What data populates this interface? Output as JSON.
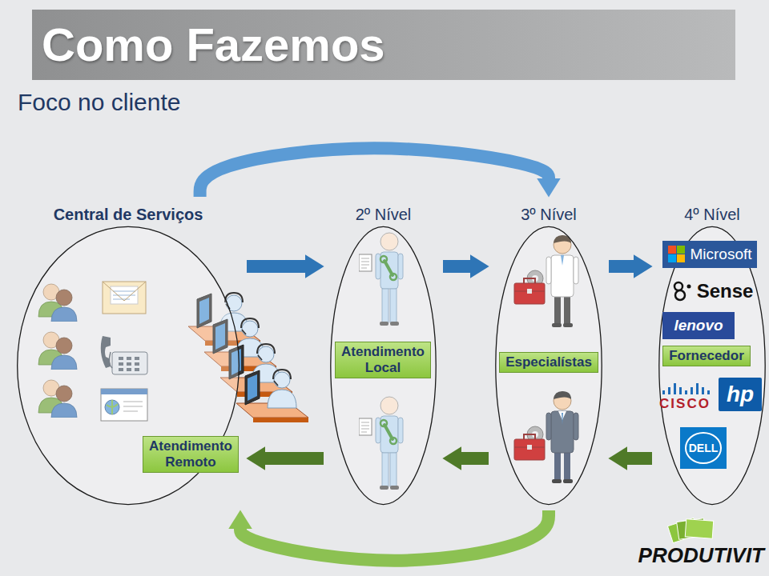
{
  "diagram": {
    "title": "Como Fazemos",
    "nodes": [
      {
        "text": [
          "Central de Serviços"
        ]
      },
      {
        "text": [
          "Atendimento Remoto"
        ],
        "in": 0
      },
      {
        "text": [
          "2º Nível"
        ]
      },
      {
        "text": [
          "Atendimento Local"
        ],
        "in": 2
      },
      {
        "text": [
          "3º Nível"
        ]
      },
      {
        "text": [
          "Especialístas"
        ],
        "in": 4
      },
      {
        "text": [
          "4º Nível"
        ]
      },
      {
        "text": [
          "Microsoft"
        ],
        "in": 6
      },
      {
        "text": [
          "Sense"
        ],
        "in": 6
      },
      {
        "text": [
          "lenovo"
        ],
        "in": 6
      },
      {
        "text": [
          "Fornecedor"
        ],
        "in": 6
      },
      {
        "text": [
          "CISCO"
        ],
        "in": 6
      },
      {
        "text": [
          "hp"
        ],
        "in": 6
      },
      {
        "text": [
          "DELL"
        ],
        "in": 6
      }
    ],
    "edges": [
      {
        "from": 0,
        "to": 2,
        "arrow": "to"
      },
      {
        "from": 2,
        "to": 4,
        "arrow": "to"
      },
      {
        "from": 4,
        "to": 6,
        "arrow": "to"
      },
      {
        "from": 6,
        "to": 4,
        "arrow": "to"
      },
      {
        "from": 4,
        "to": 2,
        "arrow": "to"
      },
      {
        "from": 2,
        "to": 0,
        "arrow": "to"
      },
      {
        "from": 0,
        "to": 4,
        "arrow": "to"
      },
      {
        "from": 4,
        "to": 0,
        "arrow": "to"
      }
    ],
    "labels": [
      "Foco no cliente",
      "PRODUTIVIT"
    ]
  }
}
